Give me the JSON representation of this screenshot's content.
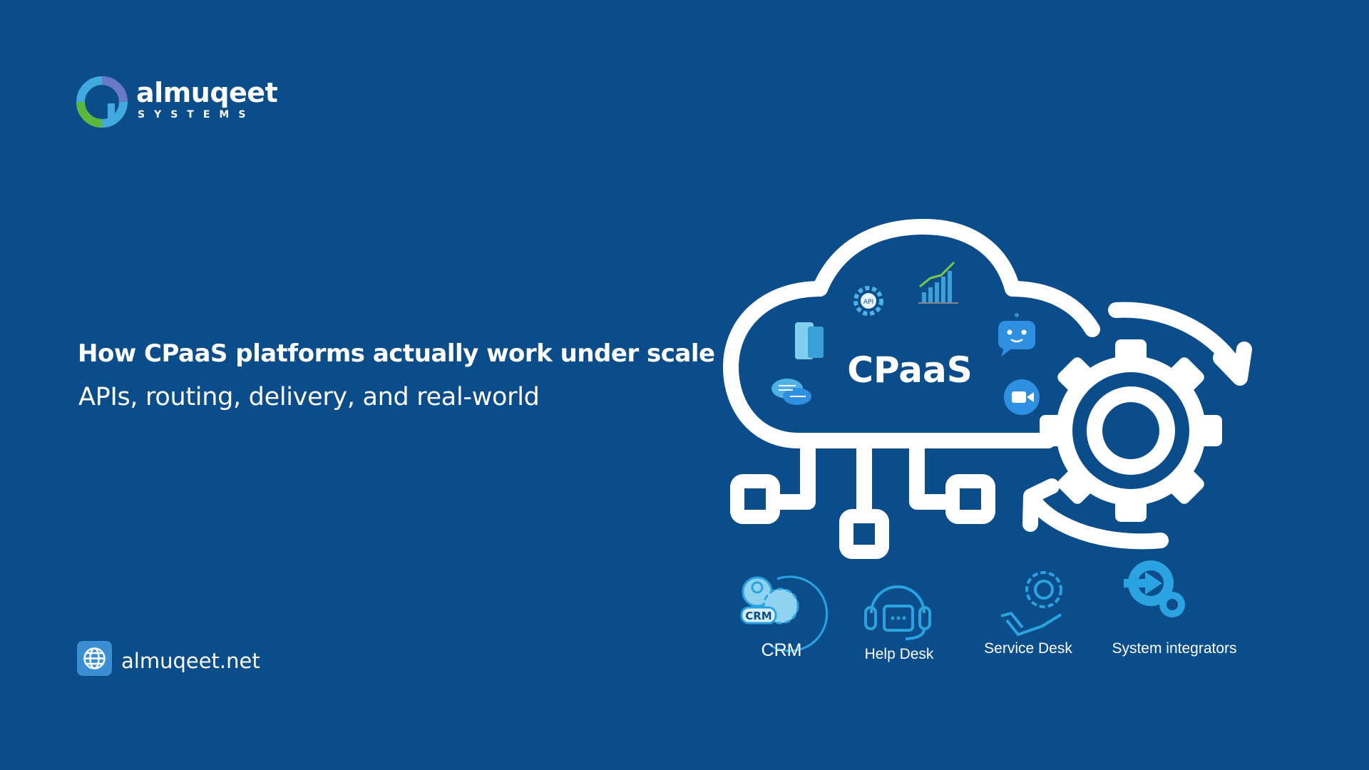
{
  "brand": {
    "name": "almuqeet",
    "subtitle": "SYSTEMS"
  },
  "headline": "How CPaaS platforms actually work under scale",
  "subheadline": "APIs, routing, delivery, and real-world",
  "diagram": {
    "center_label": "CPaaS",
    "integrations": [
      {
        "label": "CRM",
        "icon": "crm-icon"
      },
      {
        "label": "Help Desk",
        "icon": "headset-chat-icon"
      },
      {
        "label": "Service Desk",
        "icon": "hand-wrench-gear-icon"
      },
      {
        "label": "System integrators",
        "icon": "gear-arrow-icon"
      }
    ],
    "cloud_icons": [
      "phone-icon",
      "api-gear-icon",
      "growth-chart-icon",
      "chatbot-icon",
      "chat-bubbles-icon",
      "video-call-icon"
    ]
  },
  "footer": {
    "website": "almuqeet.net",
    "icon": "globe-icon"
  },
  "colors": {
    "background": "#0b4d8b",
    "accent": "#2aa3e0",
    "white": "#ffffff"
  }
}
